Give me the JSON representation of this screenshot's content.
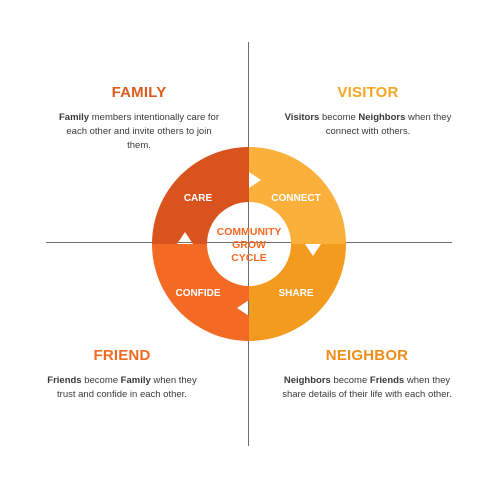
{
  "family": {
    "title": "FAMILY",
    "lead": "Family",
    "body": " members intentionally care for each other and invite others to join them."
  },
  "visitor": {
    "title": "VISITOR",
    "lead": "Visitors",
    "mid": " become ",
    "bold2": "Neighbors",
    "tail": " when they connect with others."
  },
  "friend": {
    "title": "FRIEND",
    "lead": "Friends",
    "mid": " become ",
    "bold2": "Family",
    "tail": " when they trust and confide in each other."
  },
  "neighbor": {
    "title": "NEIGHBOR",
    "lead": "Neighbors",
    "mid": " become ",
    "bold2": "Friends",
    "tail": " when they share details of their life with each other."
  },
  "cycle": {
    "center": [
      "COMMUNITY",
      "GROW",
      "CYCLE"
    ],
    "segments": {
      "care": "CARE",
      "connect": "CONNECT",
      "share": "SHARE",
      "confide": "CONFIDE"
    },
    "colors": {
      "care": "#d9531e",
      "connect": "#fbb03b",
      "share": "#f29b1f",
      "confide": "#f26a24",
      "center_text": "#f26a24"
    }
  }
}
